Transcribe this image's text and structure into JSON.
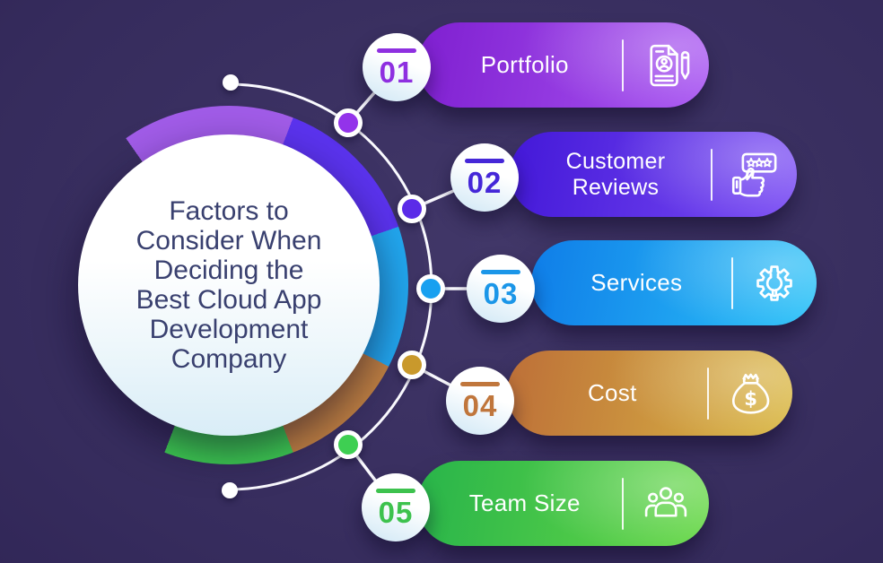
{
  "center": {
    "title_lines": [
      "Factors to",
      "Consider When",
      "Deciding the",
      "Best Cloud App",
      "Development",
      "Company"
    ],
    "text_color": "#39406f"
  },
  "ring": {
    "segments": [
      {
        "name": "purple",
        "color": "#a15ce8",
        "from": -35,
        "to": 21
      },
      {
        "name": "indigo",
        "color": "#5b33ee",
        "from": 21,
        "to": 71
      },
      {
        "name": "cyan",
        "color": "#22a7ef",
        "from": 71,
        "to": 117
      },
      {
        "name": "bronze",
        "color": "#c08142",
        "from": 117,
        "to": 159
      },
      {
        "name": "green",
        "color": "#3ecf52",
        "from": 159,
        "to": 201
      }
    ]
  },
  "items": [
    {
      "number": "01",
      "label": "Portfolio",
      "icon": "resume-document-icon",
      "gradient": [
        "#7f1fd0",
        "#a855f2"
      ],
      "accent": "#8e2fe0",
      "dot_color": "#9333ea"
    },
    {
      "number": "02",
      "label": "Customer Reviews",
      "icon": "thumbs-up-reviews-icon",
      "gradient": [
        "#4318d8",
        "#7a4cf4"
      ],
      "accent": "#4527d8",
      "dot_color": "#5b2be8"
    },
    {
      "number": "03",
      "label": "Services",
      "icon": "gear-wrench-icon",
      "gradient": [
        "#0f7de8",
        "#2cc3f8"
      ],
      "accent": "#1b96e8",
      "dot_color": "#18a0f0"
    },
    {
      "number": "04",
      "label": "Cost",
      "icon": "money-bag-icon",
      "gradient": [
        "#bd6f38",
        "#dab945"
      ],
      "accent": "#c0763c",
      "dot_color": "#c9992c"
    },
    {
      "number": "05",
      "label": "Team Size",
      "icon": "team-people-icon",
      "gradient": [
        "#28b44a",
        "#68d847"
      ],
      "accent": "#3dc24e",
      "dot_color": "#3ecf52"
    }
  ]
}
